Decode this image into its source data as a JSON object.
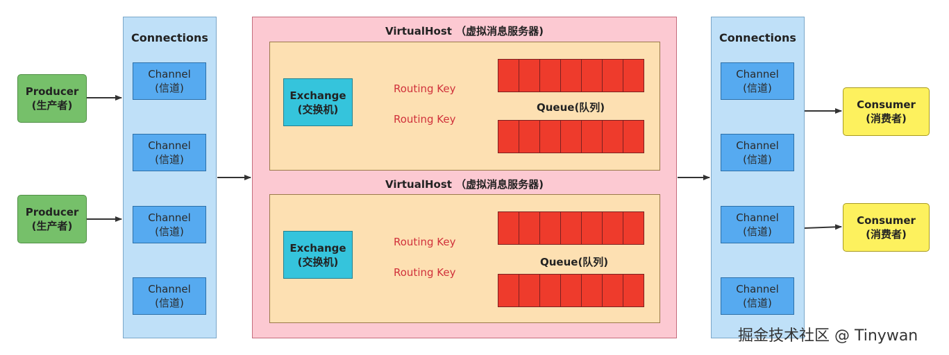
{
  "producers": [
    {
      "name": "Producer",
      "cn": "(生产者)"
    },
    {
      "name": "Producer",
      "cn": "(生产者)"
    }
  ],
  "left_connections": {
    "title": "Connections",
    "channels": [
      {
        "name": "Channel",
        "cn": "(信道)"
      },
      {
        "name": "Channel",
        "cn": "(信道)"
      },
      {
        "name": "Channel",
        "cn": "(信道)"
      },
      {
        "name": "Channel",
        "cn": "(信道)"
      }
    ]
  },
  "virtual_hosts": [
    {
      "title": "VirtualHost （虚拟消息服务器)",
      "exchange": {
        "name": "Exchange",
        "cn": "(交换机)"
      },
      "routing_keys": [
        "Routing Key",
        "Routing Key"
      ],
      "queue_label": "Queue(队列)"
    },
    {
      "title": "VirtualHost （虚拟消息服务器)",
      "exchange": {
        "name": "Exchange",
        "cn": "(交换机)"
      },
      "routing_keys": [
        "Routing Key",
        "Routing Key"
      ],
      "queue_label": "Queue(队列)"
    }
  ],
  "right_connections": {
    "title": "Connections",
    "channels": [
      {
        "name": "Channel",
        "cn": "(信道)"
      },
      {
        "name": "Channel",
        "cn": "(信道)"
      },
      {
        "name": "Channel",
        "cn": "(信道)"
      },
      {
        "name": "Channel",
        "cn": "(信道)"
      }
    ]
  },
  "consumers": [
    {
      "name": "Consumer",
      "cn": "(消费者)"
    },
    {
      "name": "Consumer",
      "cn": "(消费者)"
    }
  ],
  "watermark": "掘金技术社区 @ Tinywan",
  "colors": {
    "producer": "#76c06a",
    "consumer": "#fdf15e",
    "connections": "#bfe0f8",
    "channel": "#56aaf0",
    "virtualhost": "#fcc9d2",
    "virtualhost_inner": "#fde0b2",
    "exchange": "#35c4dc",
    "queue_cell": "#ee3b2c",
    "routing_key_text": "#d0313b"
  }
}
